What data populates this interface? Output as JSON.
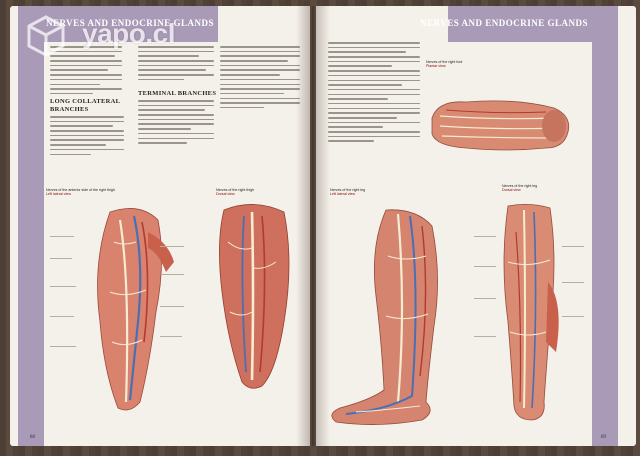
{
  "book": {
    "left_page": {
      "running_head": "NERVES AND ENDOCRINE GLANDS",
      "section_headings": [
        "LONG COLLATERAL",
        "BRANCHES",
        "TERMINAL BRANCHES"
      ],
      "figure_captions": [
        {
          "title": "Nerves of the anterior side of the right thigh",
          "subtitle": "Left lateral view"
        },
        {
          "title": "Nerves of the right thigh",
          "subtitle": "Dorsal view"
        }
      ],
      "page_number": "88"
    },
    "right_page": {
      "running_head": "NERVES AND ENDOCRINE GLANDS",
      "figure_captions": [
        {
          "title": "Nerves of the right foot",
          "subtitle": "Plantar view"
        },
        {
          "title": "Nerves of the right leg",
          "subtitle": "Left lateral view"
        },
        {
          "title": "Nerves of the right leg",
          "subtitle": "Dorsal view"
        }
      ],
      "page_number": "89"
    }
  },
  "watermark": {
    "text": "yapo.cl"
  },
  "colors": {
    "band": "#a99ab7",
    "paper": "#f4f1ea",
    "flesh": "#d9826e",
    "muscle": "#c8604c",
    "nerve": "#f5ecd2",
    "vein": "#4a6fb3"
  }
}
